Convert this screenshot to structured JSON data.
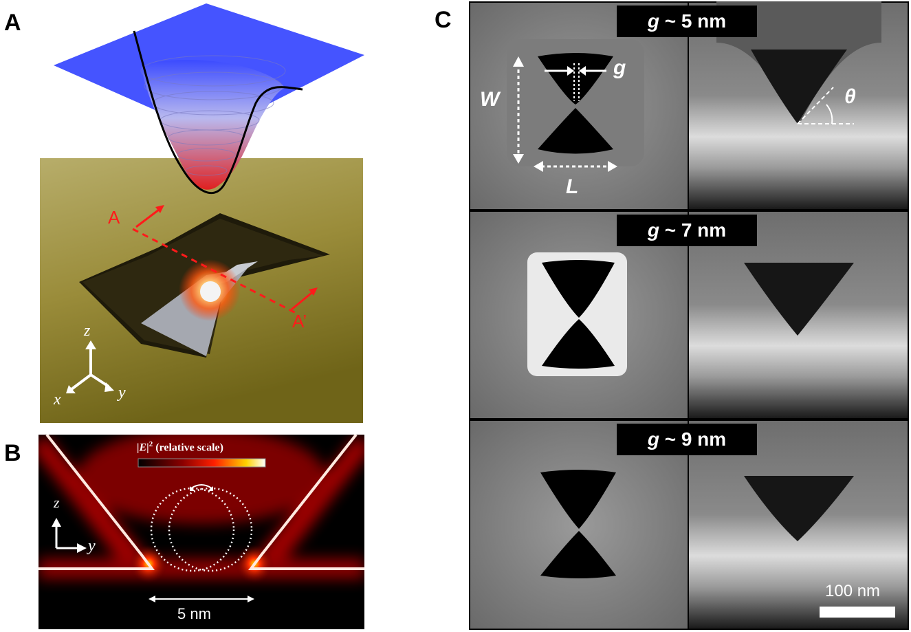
{
  "panels": {
    "a": {
      "letter": "A",
      "markers": {
        "start": "A",
        "end": "A’"
      },
      "axes": {
        "z": "z",
        "x": "x",
        "y": "y"
      }
    },
    "b": {
      "letter": "B",
      "colorbar_label_field": "|E|",
      "colorbar_label_exp": "2",
      "colorbar_label_rest": "(relative scale)",
      "axes": {
        "z": "z",
        "y": "y"
      },
      "scale_label": "5 nm"
    },
    "c": {
      "letter": "C",
      "rows": [
        {
          "badge_var": "g",
          "badge_text": " ~ 5 nm"
        },
        {
          "badge_var": "g",
          "badge_text": " ~ 7 nm"
        },
        {
          "badge_var": "g",
          "badge_text": " ~ 9 nm"
        }
      ],
      "annotations": {
        "w": "W",
        "l": "L",
        "g": "g",
        "theta": "θ"
      },
      "scale_bar": "100 nm"
    }
  },
  "colors": {
    "plane": "#3b4bff",
    "gold": "#a89a3a",
    "field_hot": "#ff2a00",
    "marker": "#ff1a1a"
  }
}
